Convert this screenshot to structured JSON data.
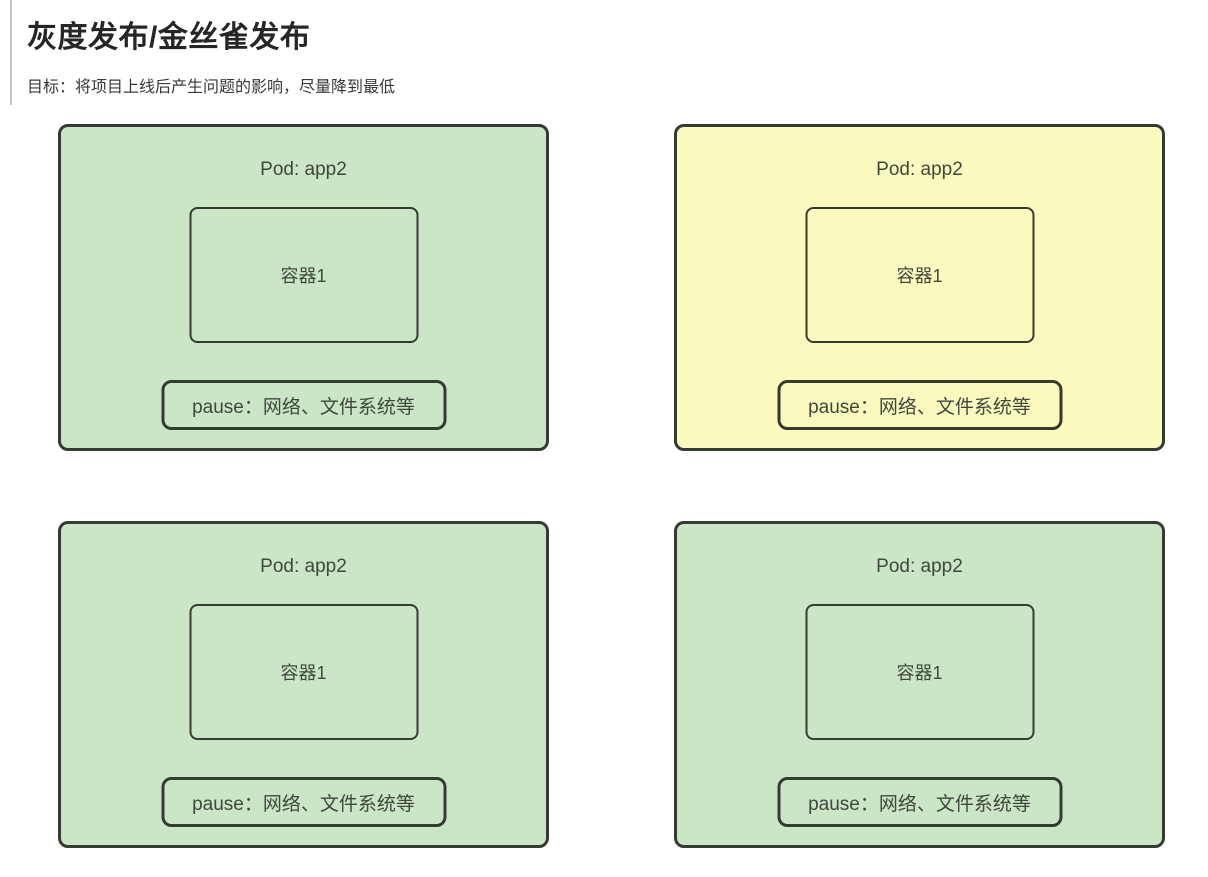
{
  "page": {
    "title": "灰度发布/金丝雀发布",
    "subtitle": "目标：将项目上线后产生问题的影响，尽量降到最低",
    "background": "#ffffff"
  },
  "colors": {
    "green_fill": "#cbe6c6",
    "yellow_fill": "#fafabf",
    "border": "#343b31",
    "label_text": "#40473e",
    "title_text": "#262626",
    "subtitle_text": "#383838",
    "edge_line": "#c4c4c4"
  },
  "pods": [
    {
      "variant": "green",
      "title": "Pod: app2",
      "container_label": "容器1",
      "pause_label": "pause：网络、文件系统等"
    },
    {
      "variant": "yellow",
      "title": "Pod: app2",
      "container_label": "容器1",
      "pause_label": "pause：网络、文件系统等"
    },
    {
      "variant": "green",
      "title": "Pod: app2",
      "container_label": "容器1",
      "pause_label": "pause：网络、文件系统等"
    },
    {
      "variant": "green",
      "title": "Pod: app2",
      "container_label": "容器1",
      "pause_label": "pause：网络、文件系统等"
    }
  ]
}
